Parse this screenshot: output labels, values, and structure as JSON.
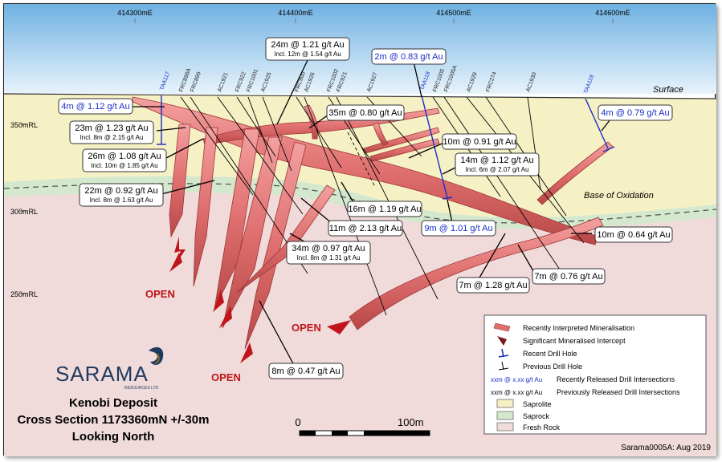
{
  "eastings": [
    "414300mE",
    "414400mE",
    "414500mE",
    "414600mE"
  ],
  "rl_labels": [
    "350mRL",
    "300mRL",
    "250mRL"
  ],
  "surface_label": "Surface",
  "oxidation_label": "Base of Oxidation",
  "holes_recent": [
    "TAA117",
    "TAA118",
    "TAA119"
  ],
  "holes_previous": [
    "FRC898A",
    "FRC899",
    "AC1921",
    "FRC922",
    "FRC1001",
    "AC1925",
    "FRC900",
    "AC1926",
    "FRC1002",
    "FRC921",
    "AC1927",
    "FRC1005",
    "FRC1005A",
    "AC1929",
    "FRC274",
    "AC1930"
  ],
  "intercepts_recent": [
    "4m @ 1.12 g/t Au",
    "2m @ 0.83 g/t Au",
    "9m @ 1.01 g/t Au",
    "4m @ 0.79 g/t Au"
  ],
  "intercepts_previous": [
    {
      "main": "24m @ 1.21 g/t Au",
      "sub": "Incl. 12m @ 1.54 g/t Au"
    },
    {
      "main": "23m @ 1.23 g/t Au",
      "sub": "Incl. 8m @ 2.15 g/t Au"
    },
    {
      "main": "35m @ 0.80 g/t Au",
      "sub": ""
    },
    {
      "main": "10m @ 0.91 g/t Au",
      "sub": ""
    },
    {
      "main": "26m @ 1.08 g/t Au",
      "sub": "Incl. 10m @ 1.85 g/t Au"
    },
    {
      "main": "14m @ 1.12 g/t Au",
      "sub": "Incl. 6m @ 2.07 g/t Au"
    },
    {
      "main": "22m @ 0.92 g/t Au",
      "sub": "Incl. 8m @ 1.63 g/t Au"
    },
    {
      "main": "16m @ 1.19 g/t Au",
      "sub": ""
    },
    {
      "main": "11m @ 2.13 g/t Au",
      "sub": ""
    },
    {
      "main": "10m @ 0.64 g/t Au",
      "sub": ""
    },
    {
      "main": "34m @ 0.97 g/t Au",
      "sub": "Incl. 8m @ 1.31 g/t Au"
    },
    {
      "main": "7m @ 1.28 g/t Au",
      "sub": ""
    },
    {
      "main": "7m @ 0.76 g/t Au",
      "sub": ""
    },
    {
      "main": "8m @ 0.47 g/t Au",
      "sub": ""
    }
  ],
  "open_label": "OPEN",
  "legend": {
    "items": [
      "Recently Interpreted Mineralisation",
      "Significant Mineralised Intercept",
      "Recent Drill Hole",
      "Previous Drill Hole",
      "Recently Released Drill Intersections",
      "Previously Released Drill Intersections",
      "Saprolite",
      "Saprock",
      "Fresh Rock"
    ],
    "sample_recent": "xxm @ x.xx g/t Au",
    "sample_previous": "xxm @ x.xx g/t Au"
  },
  "company": {
    "name": "SARAMA",
    "sub": "RESOURCES LTD"
  },
  "title": {
    "line1": "Kenobi Deposit",
    "line2": "Cross Section 1173360mN +/-30m",
    "line3": "Looking North"
  },
  "scale": {
    "zero": "0",
    "end": "100m"
  },
  "footer": "Sarama0005A: Aug 2019",
  "colors": {
    "sky": "#8fc2e8",
    "saprolite": "#f6f0c5",
    "saprock": "#d3e8cc",
    "fresh_rock": "#f0dada",
    "mineralisation": "#e07070",
    "recent": "#1a2ec6",
    "open": "#c0141a"
  }
}
